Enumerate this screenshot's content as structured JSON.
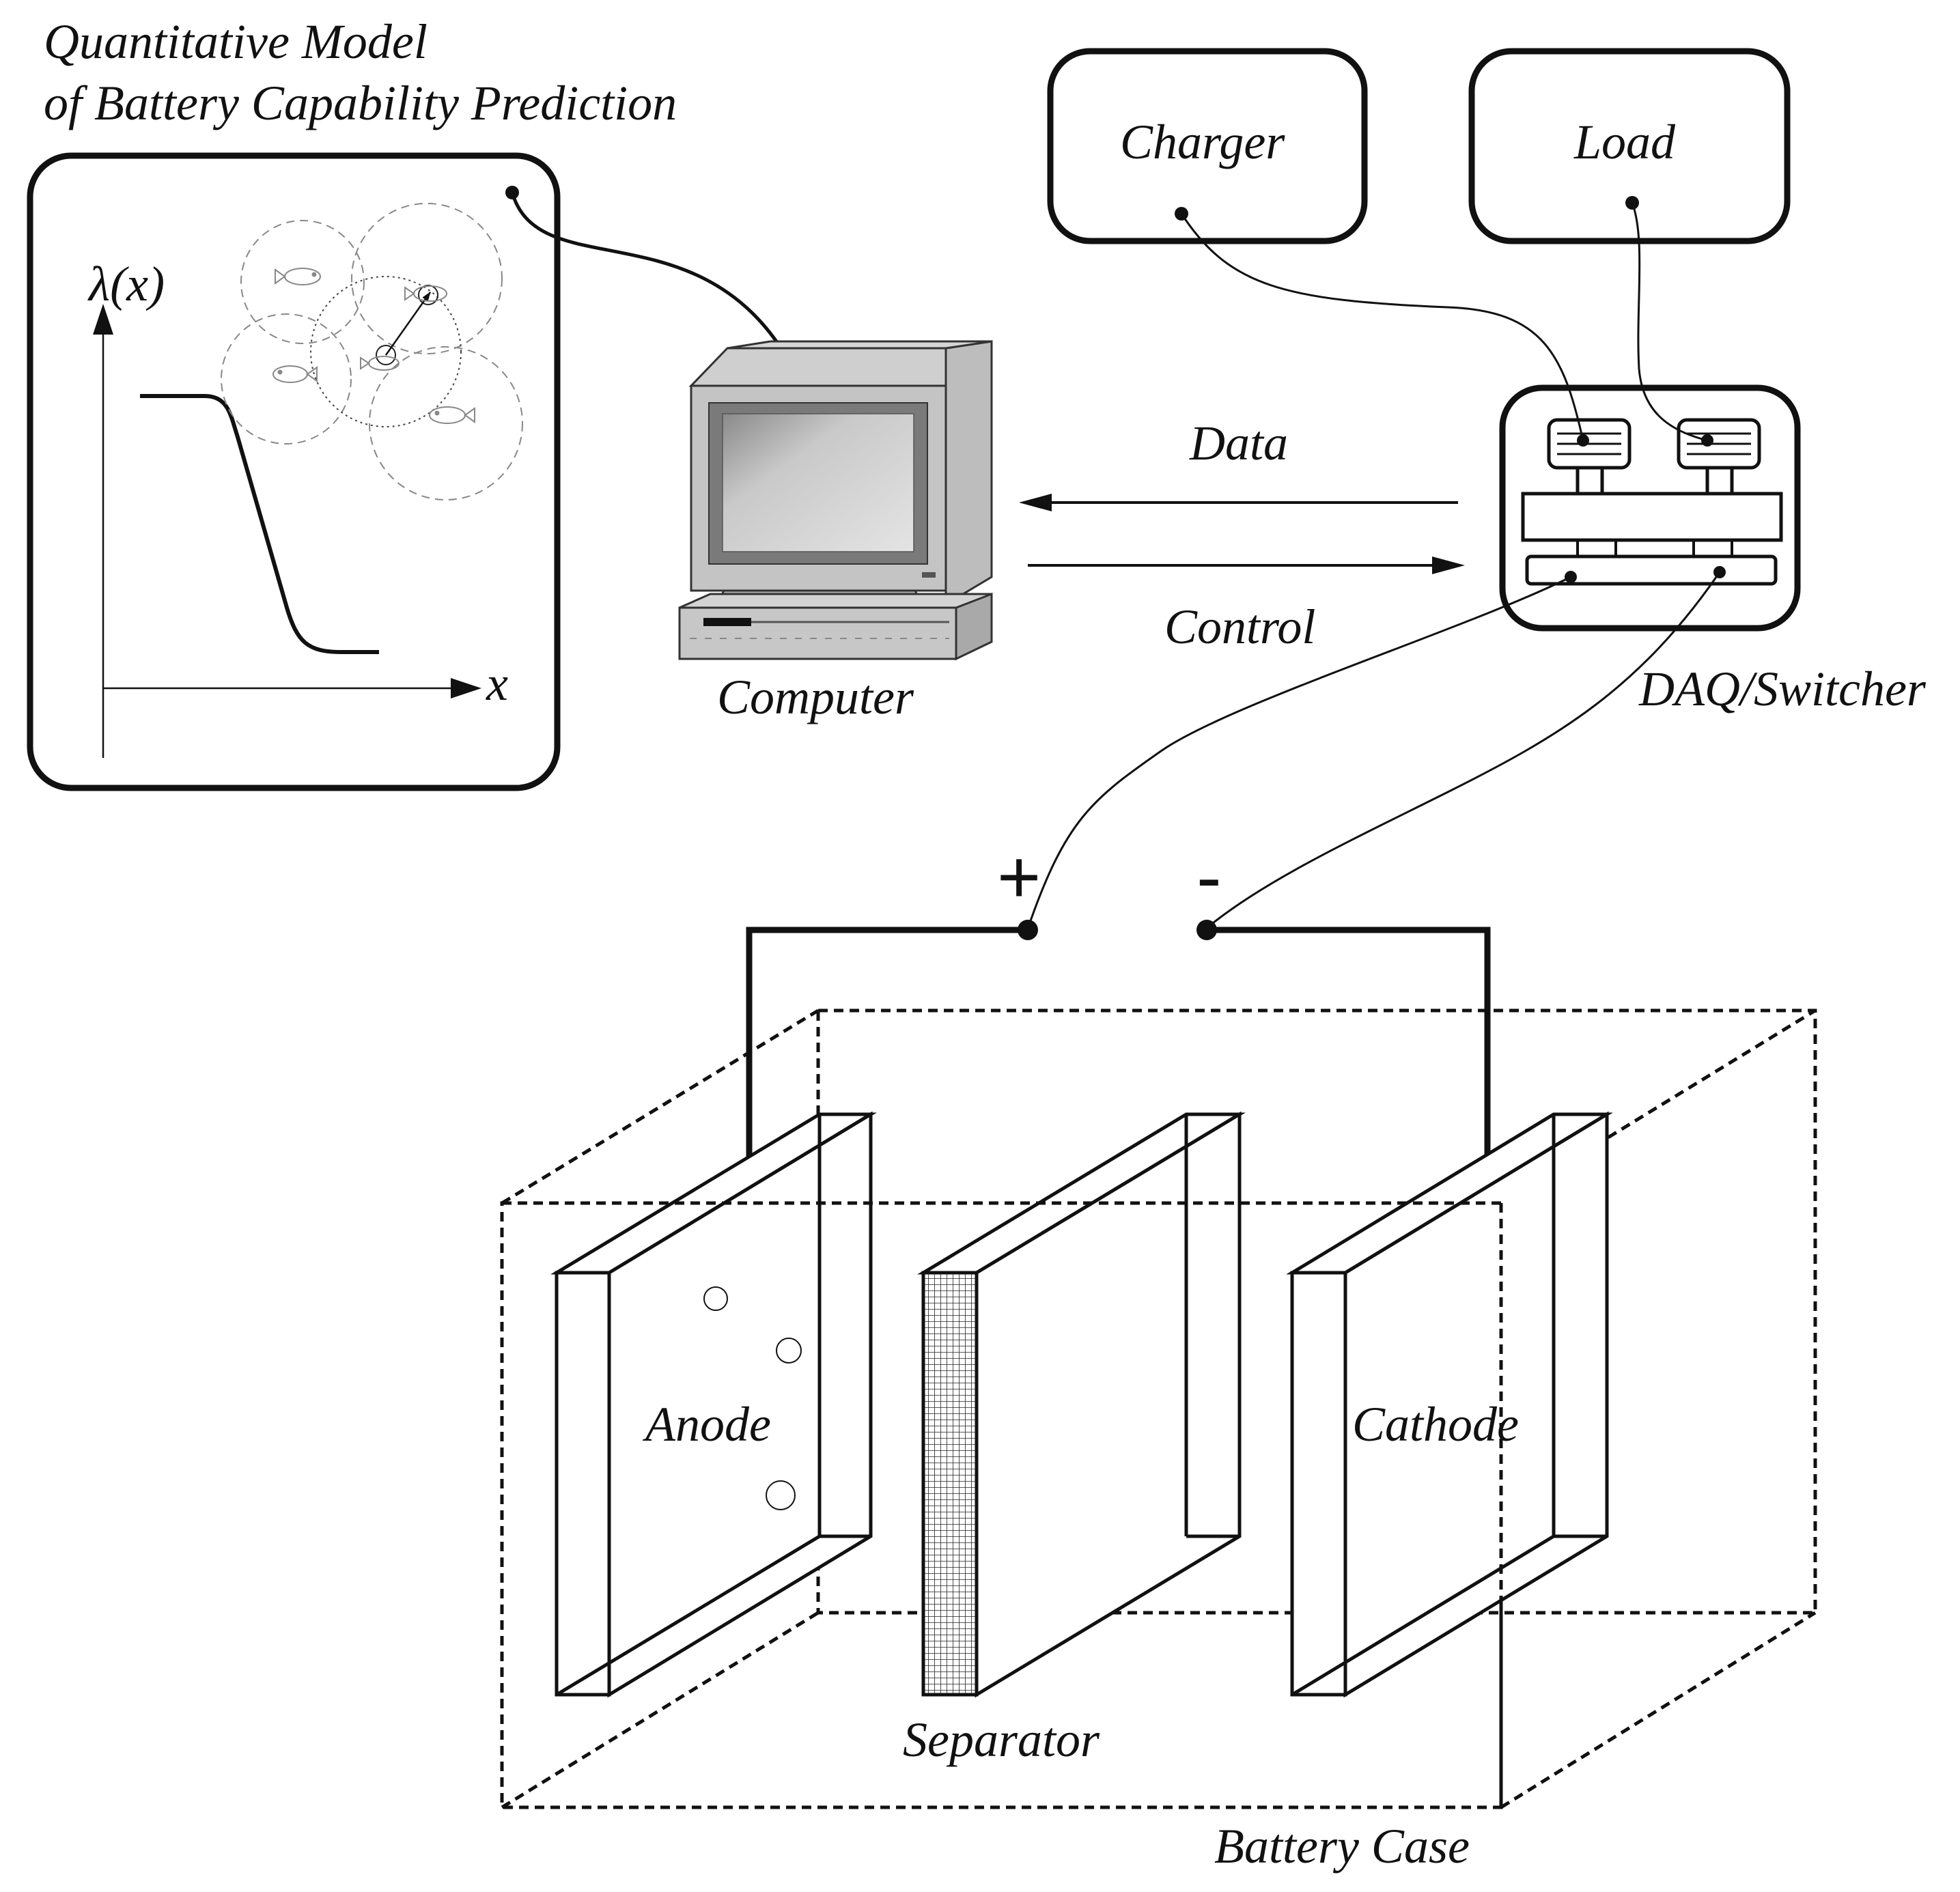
{
  "title": {
    "line1": "Quantitative Model",
    "line2": "of Battery Capability Prediction"
  },
  "graph": {
    "y_label": "λ(x)",
    "x_label": "x"
  },
  "labels": {
    "computer": "Computer",
    "charger": "Charger",
    "load": "Load",
    "data": "Data",
    "control": "Control",
    "daq": "DAQ/Switcher",
    "plus": "+",
    "minus": "-",
    "anode": "Anode",
    "cathode": "Cathode",
    "separator": "Separator",
    "battery_case": "Battery Case"
  }
}
